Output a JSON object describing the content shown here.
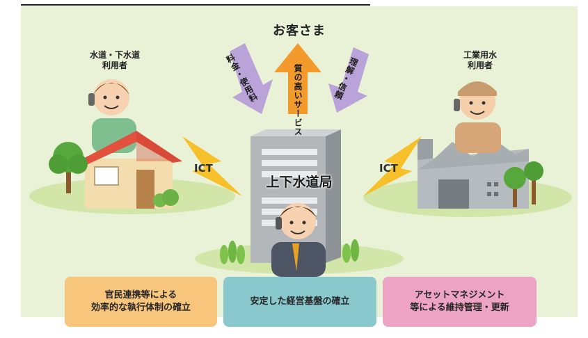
{
  "title": "お客さま",
  "users": {
    "left_line1": "水道・下水道",
    "left_line2": "利用者",
    "right_line1": "工業用水",
    "right_line2": "利用者"
  },
  "arrows": {
    "left": "料金・使用料",
    "center": "質の高いサービス",
    "right": "理解・信頼"
  },
  "ict_left": "ICT",
  "ict_right": "ICT",
  "bureau": "上下水道局",
  "boxes": {
    "box1_line1": "官民連携等による",
    "box1_line2": "効率的な執行体制の確立",
    "box2": "安定した経営基盤の確立",
    "box3_line1": "アセットマネジメント",
    "box3_line2": "等による維持管理・更新"
  },
  "colors": {
    "background": "#e9f2d6",
    "arrow_purple": "#b9a3d8",
    "arrow_orange": "#f39a2d",
    "bolt": "#f6c02b",
    "box_orange": "#f8c57d",
    "box_teal": "#89c9cd",
    "box_pink": "#eca3c4"
  },
  "icons": [
    "house-icon",
    "factory-icon",
    "building-icon",
    "tree-icon",
    "person-icon",
    "lightning-icon"
  ]
}
